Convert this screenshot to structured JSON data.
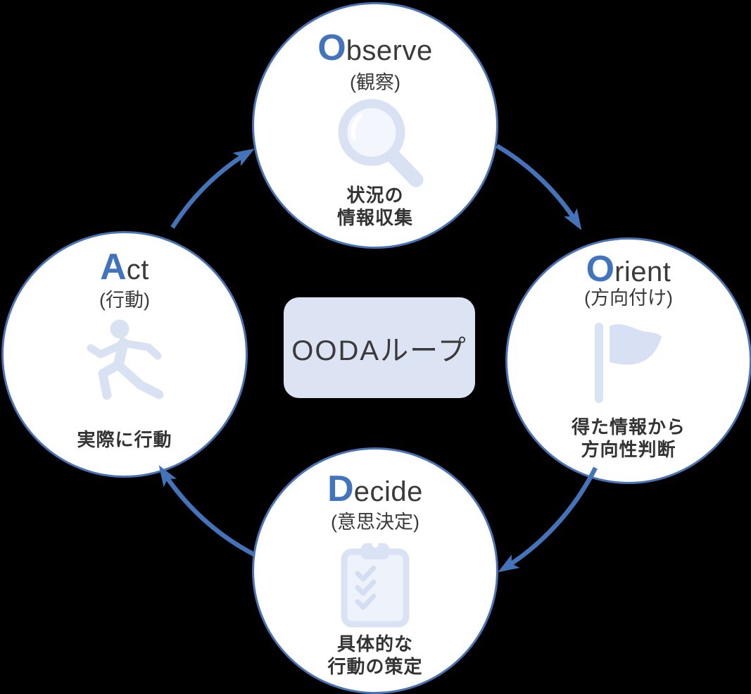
{
  "diagram": {
    "center_label": "OODAループ",
    "colors": {
      "background": "#000000",
      "accent_blue": "#4573ba",
      "letter_blue": "#4273bd",
      "circle_border": "#4a73b6",
      "circle_fill": "#ffffff",
      "light_icon_blue": "#d9e2f3",
      "center_box_fill": "#dce3f2",
      "text_dark": "#3a3a3a"
    },
    "nodes": [
      {
        "name": "observe",
        "initial": "O",
        "rest": "bserve",
        "reading": "(観察)",
        "icon": "magnifier-icon",
        "caption_line1": "状況の",
        "caption_line2": "情報収集"
      },
      {
        "name": "orient",
        "initial": "O",
        "rest": "rient",
        "reading": "(方向付け)",
        "icon": "flag-icon",
        "caption_line1": "得た情報から",
        "caption_line2": "方向性判断"
      },
      {
        "name": "decide",
        "initial": "D",
        "rest": "ecide",
        "reading": "(意思決定)",
        "icon": "clipboard-icon",
        "caption_line1": "具体的な",
        "caption_line2": "行動の策定"
      },
      {
        "name": "act",
        "initial": "A",
        "rest": "ct",
        "reading": "(行動)",
        "icon": "runner-icon",
        "caption_line1": "実際に行動",
        "caption_line2": ""
      }
    ]
  }
}
